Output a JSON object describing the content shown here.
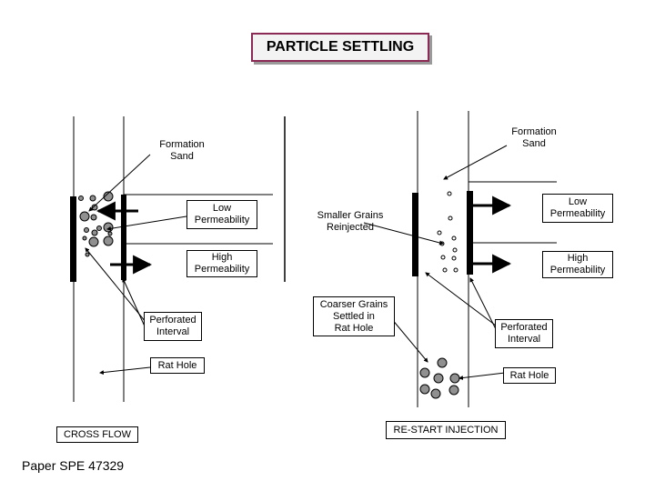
{
  "title": "PARTICLE SETTLING",
  "left_panel": {
    "formation_sand": "Formation\nSand",
    "low_permeability": "Low\nPermeability",
    "high_permeability": "High\nPermeability",
    "perforated_interval": "Perforated\nInterval",
    "rat_hole": "Rat Hole",
    "mode": "CROSS FLOW"
  },
  "middle": {
    "smaller_grains": "Smaller Grains\nReinjected",
    "coarser_grains": "Coarser Grains\nSettled in\nRat Hole"
  },
  "right_panel": {
    "formation_sand": "Formation\nSand",
    "low_permeability": "Low\nPermeability",
    "high_permeability": "High\nPermeability",
    "perforated_interval": "Perforated\nInterval",
    "rat_hole": "Rat Hole",
    "mode": "RE-START INJECTION"
  },
  "footer": "Paper SPE 47329",
  "colors": {
    "grain": "#909090",
    "title_border": "#8a2a55"
  }
}
